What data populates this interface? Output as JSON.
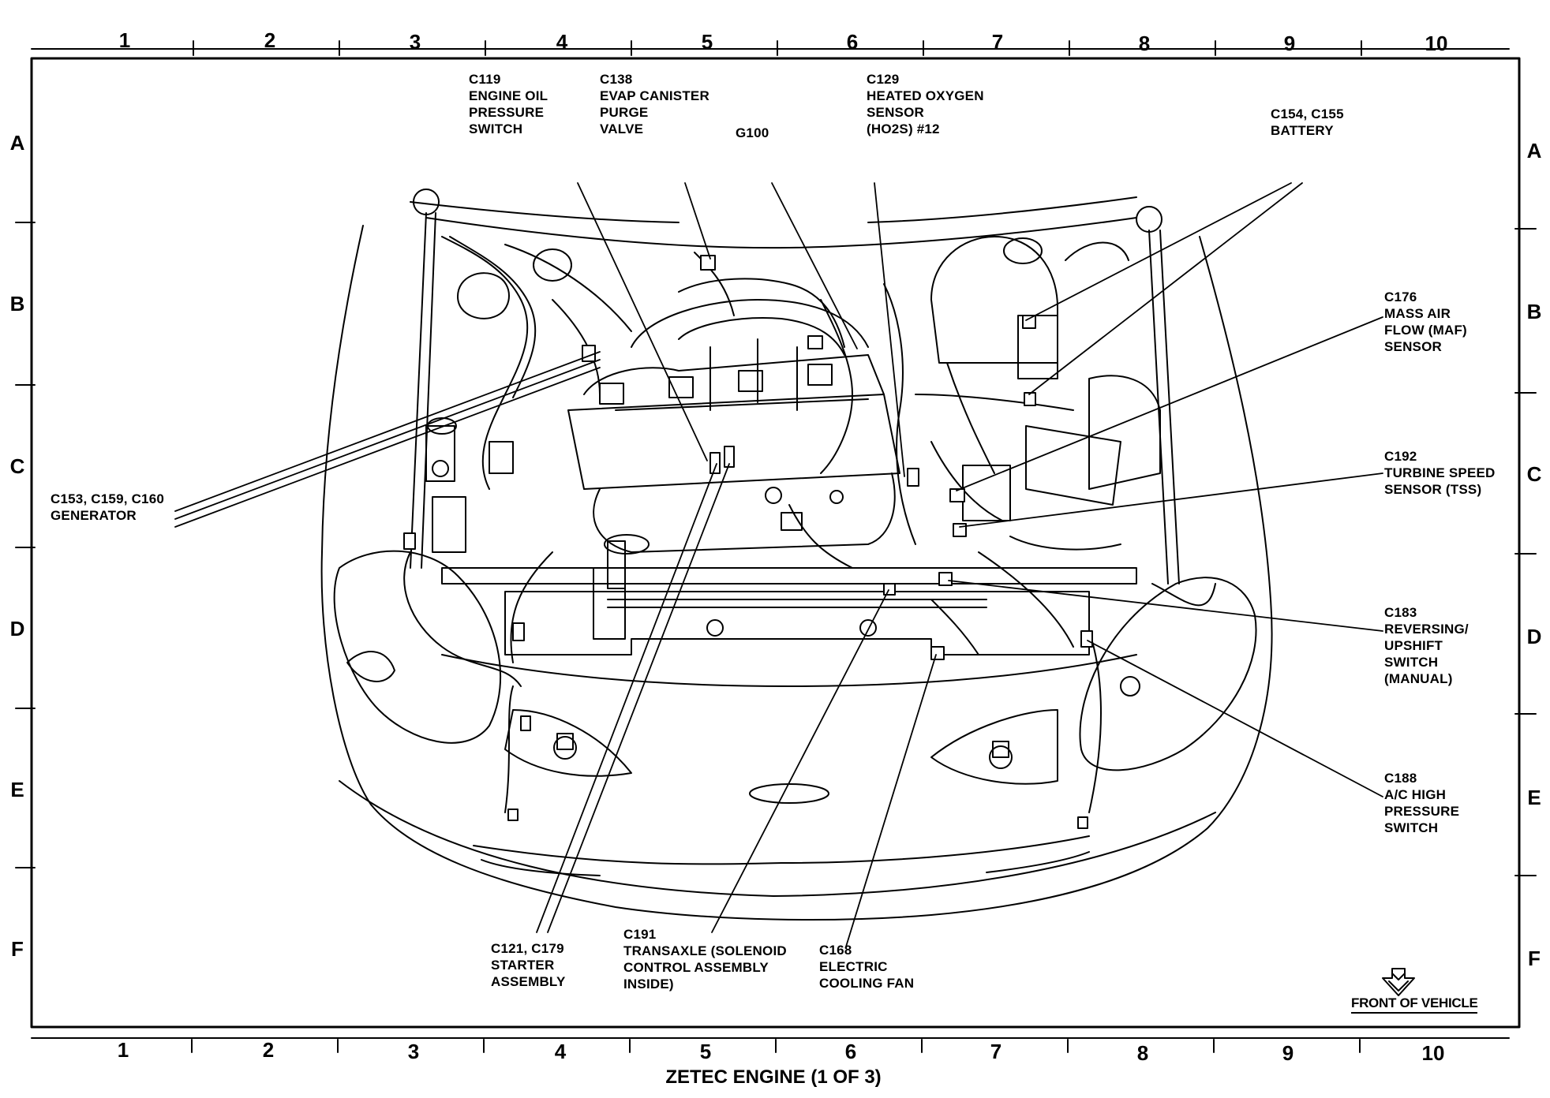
{
  "title": "ZETEC ENGINE (1 OF 3)",
  "front_label": "FRONT OF VEHICLE",
  "grid": {
    "columns": [
      "1",
      "2",
      "3",
      "4",
      "5",
      "6",
      "7",
      "8",
      "9",
      "10"
    ],
    "rows": [
      "A",
      "B",
      "C",
      "D",
      "E",
      "F"
    ]
  },
  "callouts": {
    "c119": "C119\nENGINE OIL\nPRESSURE\nSWITCH",
    "c138": "C138\nEVAP CANISTER\nPURGE\nVALVE",
    "g100": "G100",
    "c129": "C129\nHEATED OXYGEN\nSENSOR\n(HO2S) #12",
    "c154": "C154, C155\nBATTERY",
    "c176": "C176\nMASS AIR\nFLOW (MAF)\nSENSOR",
    "c192": "C192\nTURBINE SPEED\nSENSOR (TSS)",
    "c183": "C183\nREVERSING/\nUPSHIFT\nSWITCH\n(MANUAL)",
    "c188": "C188\nA/C HIGH\nPRESSURE\nSWITCH",
    "c153": "C153, C159, C160\nGENERATOR",
    "c121": "C121, C179\nSTARTER\nASSEMBLY",
    "c191": "C191\nTRANSAXLE (SOLENOID\nCONTROL ASSEMBLY\nINSIDE)",
    "c168": "C168\nELECTRIC\nCOOLING FAN"
  },
  "icons": {
    "front_arrow": "down-chevron-arrow-icon"
  }
}
